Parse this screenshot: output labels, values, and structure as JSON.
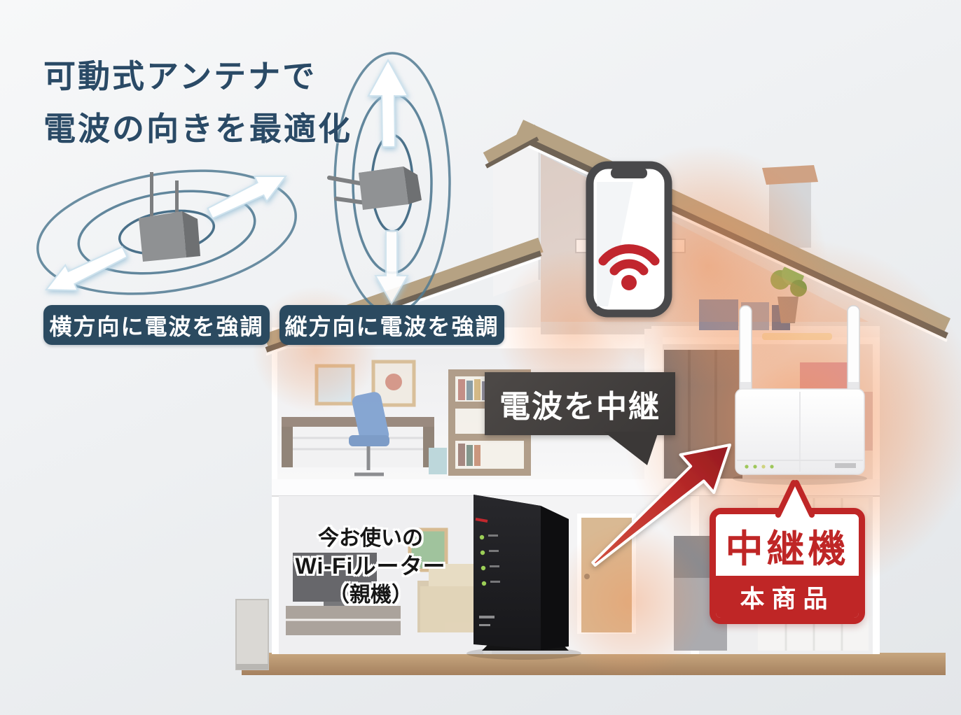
{
  "title": {
    "line1": "可動式アンテナで",
    "line2": "電波の向きを最適化"
  },
  "antenna_labels": {
    "horizontal": "横方向に電波を強調",
    "vertical": "縦方向に電波を強調"
  },
  "relay_bubble": {
    "text": "電波を中継"
  },
  "repeater_badge": {
    "title": "中継機",
    "subtitle": "本商品"
  },
  "parent_router_label": {
    "line1": "今お使いの",
    "line2": "Wi-Fiルーター",
    "line3": "（親機）"
  },
  "icons": {
    "wifi_icon": "red wifi arcs with dot",
    "horizontal_spread_arrows": "white outlined arrows ⇗ ⇙",
    "vertical_spread_arrows": "white outlined arrows ⇑ ⇓",
    "relay_arrow_icon": "red tapered arrow ➚"
  },
  "colors": {
    "headline_blue": "#2a4a66",
    "label_teal": "#2b4a60",
    "accent_red": "#c1272d",
    "badge_red": "#bf2626",
    "bubble_gray": "#3b3837",
    "ring_blue": "#517a92",
    "signal_orange": "#f39055",
    "roof_tan": "#b6a283"
  }
}
